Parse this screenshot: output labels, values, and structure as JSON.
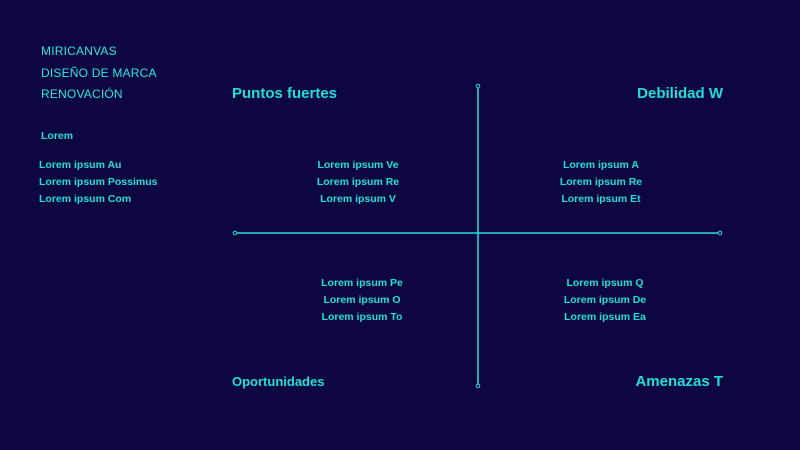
{
  "brand": {
    "line1": "MIRICANVAS",
    "line2": "DISEÑO DE MARCA",
    "line3": "RENOVACIÓN"
  },
  "sidebar": {
    "heading": "Lorem",
    "items": [
      "Lorem ipsum Au",
      "Lorem ipsum Possimus",
      "Lorem ipsum Com"
    ]
  },
  "quadrants": {
    "top_left": {
      "title": "Puntos fuertes",
      "items": [
        "Lorem ipsum Ve",
        "Lorem ipsum Re",
        "Lorem ipsum V"
      ]
    },
    "top_right": {
      "title": "Debilidad W",
      "items": [
        "Lorem ipsum A",
        "Lorem ipsum Re",
        "Lorem ipsum Et"
      ]
    },
    "bottom_left": {
      "title": "Oportunidades",
      "items": [
        "Lorem ipsum Pe",
        "Lorem ipsum O",
        "Lorem ipsum To"
      ]
    },
    "bottom_right": {
      "title": "Amenazas T",
      "items": [
        "Lorem ipsum Q",
        "Lorem ipsum De",
        "Lorem ipsum Ea"
      ]
    }
  },
  "colors": {
    "background": "#0d0641",
    "accent": "#1fe0d6"
  }
}
